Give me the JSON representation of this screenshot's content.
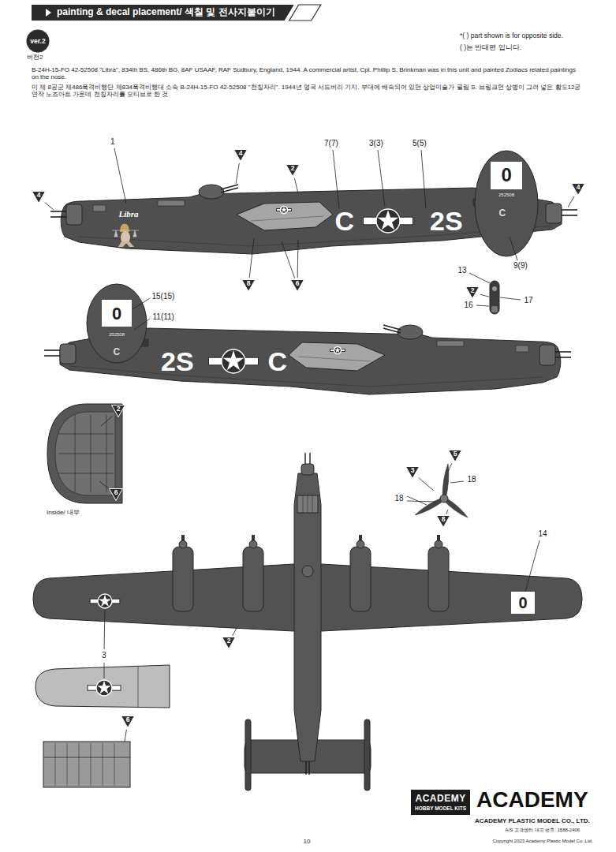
{
  "diagram": {
    "title": "painting & decal placement/ 색칠 및 전사지붙이기",
    "nodes": [
      {
        "text": [
          "ver.2"
        ]
      },
      {
        "text": [
          "4"
        ]
      },
      {
        "text": [
          "2"
        ]
      },
      {
        "text": [
          "4"
        ]
      },
      {
        "text": [
          "4"
        ]
      },
      {
        "text": [
          "8"
        ]
      },
      {
        "text": [
          "6"
        ]
      },
      {
        "text": [
          "2"
        ]
      },
      {
        "text": [
          "2"
        ]
      },
      {
        "text": [
          "5"
        ]
      },
      {
        "text": [
          "3"
        ]
      },
      {
        "text": [
          "6"
        ]
      },
      {
        "text": [
          "8"
        ]
      },
      {
        "text": [
          "2"
        ]
      },
      {
        "text": [
          "6"
        ]
      },
      {
        "text": [
          "ACADEMY",
          "HOBBY MODEL KITS"
        ]
      }
    ],
    "labels": [
      "버전2",
      "*( ) part shown is for opposite side.",
      "( )는 반대편 입니다.",
      "B-24H-15-FO 42-52508 \"Libra\", 834th BS, 486th BG, 8AF USAAF, RAF Sudbury, England, 1944. A commercial artist, Cpl. Phillip S. Brinkman was in this unit and painted Zodiacs related paintings on the nose.",
      "미 제 8공군 제486폭격비행단 제834폭격비행대 소속 B-24H-15-FO 42-52508 \"천칭자리\". 1944년 영국 서드버리 기지. 부대에 배속되어 있던 상업미술가 필립 S. 브링크먼 상병이 그려 넣은 황도12궁 연작 노즈아트 가운데 천칭자리를 모티브로 한 것",
      "1",
      "7(7)",
      "3(3)",
      "5(5)",
      "Libra",
      "C",
      "2S",
      "0",
      "252508",
      "C",
      "9(9)",
      "13",
      "16",
      "17",
      "15(15)",
      "0",
      "11(11)",
      "252508",
      "C",
      "2S",
      "C",
      "Inside/ 내부",
      "18",
      "18",
      "14",
      "0",
      "3",
      "ACADEMY",
      "ACADEMY PLASTIC MODEL CO., LTD.",
      "A/S 고객센터 대표 번호: 1588-2406",
      "10",
      "Copyright 2023 Academy Plastic Model Co.,Ltd."
    ]
  }
}
